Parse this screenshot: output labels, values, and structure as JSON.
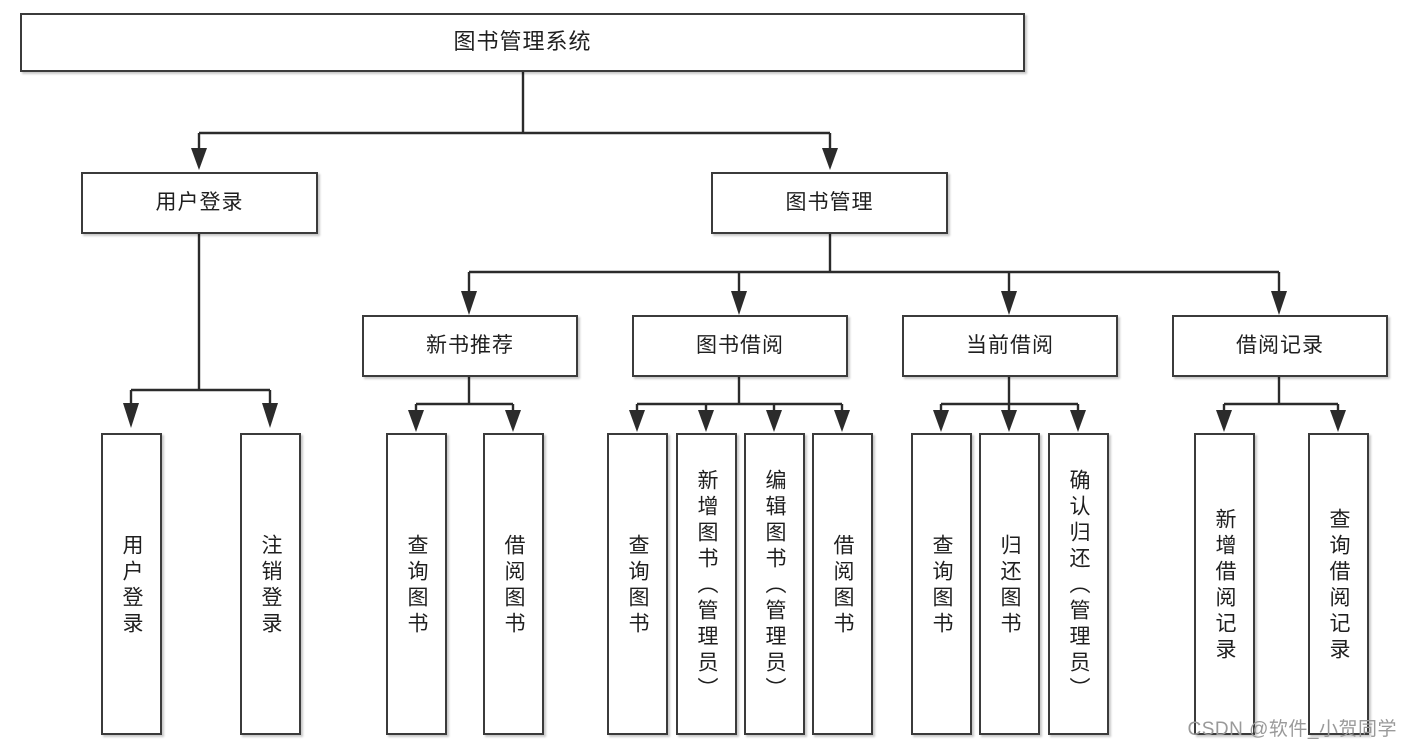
{
  "diagram": {
    "type": "tree",
    "title": "图书管理系统",
    "watermark": "CSDN @软件_小贺同学",
    "colors": {
      "box_border": "#3b3b3b",
      "connector": "#2b2b2b",
      "box_fill": "#ffffff",
      "text": "#1f1f1f",
      "watermark": "#9a9a9a"
    },
    "levels": {
      "root": {
        "label": "图书管理系统"
      },
      "level2": [
        {
          "label": "用户登录"
        },
        {
          "label": "图书管理"
        }
      ],
      "level3": [
        {
          "label": "新书推荐"
        },
        {
          "label": "图书借阅"
        },
        {
          "label": "当前借阅"
        },
        {
          "label": "借阅记录"
        }
      ],
      "leaves": {
        "user_login": [
          {
            "label": "用户登录"
          },
          {
            "label": "注销登录"
          }
        ],
        "new_book_recommend": [
          {
            "label": "查询图书"
          },
          {
            "label": "借阅图书"
          }
        ],
        "book_borrow": [
          {
            "label": "查询图书"
          },
          {
            "label": "新增图书（管理员）"
          },
          {
            "label": "编辑图书（管理员）"
          },
          {
            "label": "借阅图书"
          }
        ],
        "current_borrow": [
          {
            "label": "查询图书"
          },
          {
            "label": "归还图书"
          },
          {
            "label": "确认归还（管理员）"
          }
        ],
        "borrow_record": [
          {
            "label": "新增借阅记录"
          },
          {
            "label": "查询借阅记录"
          }
        ]
      }
    }
  }
}
